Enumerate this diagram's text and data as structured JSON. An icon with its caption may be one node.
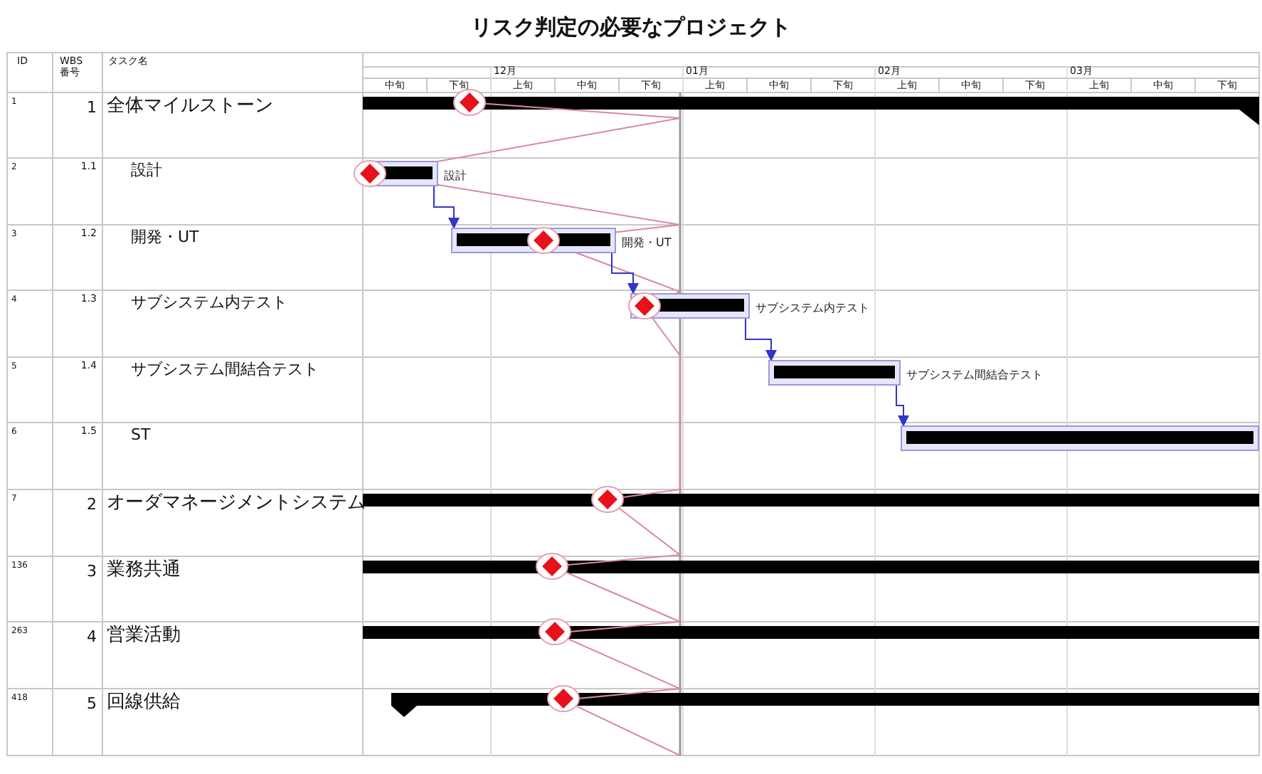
{
  "diagram": {
    "title": "リスク判定の必要なプロジェクト",
    "nodes": [
      {
        "text": [],
        "shape": "bar",
        "beside": [
          "設計"
        ]
      },
      {
        "text": [],
        "shape": "bar",
        "beside": [
          "開発・UT"
        ]
      },
      {
        "text": [],
        "shape": "bar",
        "beside": [
          "サブシステム内テスト"
        ]
      },
      {
        "text": [],
        "shape": "bar",
        "beside": [
          "サブシステム間結合テスト"
        ]
      },
      {
        "text": [],
        "shape": "bar"
      }
    ],
    "edges": [
      {
        "from": 0,
        "to": 1,
        "arrow": "to",
        "color": "#3333cc"
      },
      {
        "from": 1,
        "to": 2,
        "arrow": "to",
        "color": "#3333cc"
      },
      {
        "from": 2,
        "to": 3,
        "arrow": "to",
        "color": "#3333cc"
      },
      {
        "from": 3,
        "to": 4,
        "arrow": "to",
        "color": "#3333cc"
      }
    ],
    "labels": [
      "ID",
      "WBS 番号",
      "タスク名",
      "12月",
      "01月",
      "02月",
      "03月",
      "中旬",
      "下旬",
      "上旬",
      "中旬",
      "下旬",
      "上旬",
      "中旬",
      "下旬",
      "上旬",
      "中旬",
      "下旬",
      "上旬",
      "中旬",
      "下旬",
      "1",
      "1",
      "全体マイルストーン",
      "2",
      "1.1",
      "設計",
      "3",
      "1.2",
      "開発・UT",
      "4",
      "1.3",
      "サブシステム内テスト",
      "5",
      "1.4",
      "サブシステム間結合テスト",
      "6",
      "1.5",
      "ST",
      "7",
      "2",
      "オーダマネージメントシステム",
      "136",
      "3",
      "業務共通",
      "263",
      "4",
      "営業活動",
      "418",
      "5",
      "回線供給"
    ]
  }
}
